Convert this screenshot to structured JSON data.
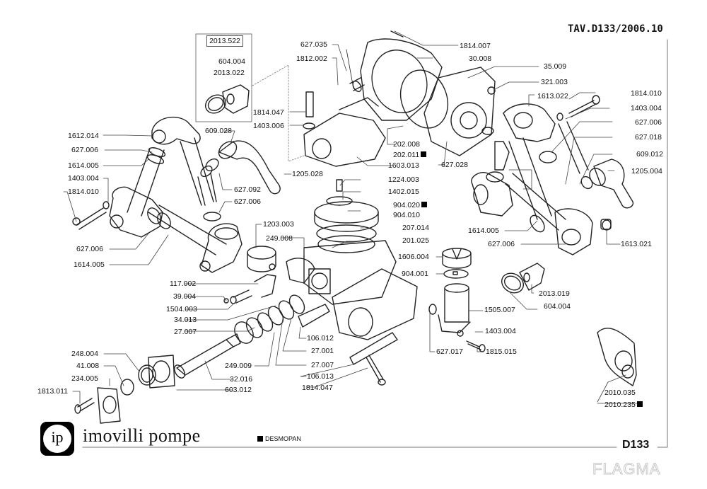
{
  "header": {
    "table_id": "TAV.D133/2006.10"
  },
  "footer": {
    "brand_initials": "ip",
    "brand_name": "imovilli pompe",
    "legend_marker": "black-square",
    "legend_text": "DESMOPAN",
    "drawing_code": "D133",
    "watermark": "FLAGMA"
  },
  "kit": {
    "label": "2013.522",
    "parts": [
      "604.004",
      "2013.022"
    ]
  },
  "part_labels": [
    {
      "id": "627.035",
      "material_desmopan": false
    },
    {
      "id": "1812.002",
      "material_desmopan": false
    },
    {
      "id": "1814.047",
      "material_desmopan": false
    },
    {
      "id": "1403.006",
      "material_desmopan": false
    },
    {
      "id": "1814.007",
      "material_desmopan": false
    },
    {
      "id": "30.008",
      "material_desmopan": false
    },
    {
      "id": "35.009",
      "material_desmopan": false
    },
    {
      "id": "321.003",
      "material_desmopan": false
    },
    {
      "id": "1613.022",
      "material_desmopan": false
    },
    {
      "id": "1814.010",
      "material_desmopan": false
    },
    {
      "id": "1403.004",
      "material_desmopan": false
    },
    {
      "id": "627.006",
      "material_desmopan": false
    },
    {
      "id": "627.018",
      "material_desmopan": false
    },
    {
      "id": "609.012",
      "material_desmopan": false
    },
    {
      "id": "1205.004",
      "material_desmopan": false
    },
    {
      "id": "1612.014",
      "material_desmopan": false
    },
    {
      "id": "627.006",
      "material_desmopan": false
    },
    {
      "id": "1614.005",
      "material_desmopan": false
    },
    {
      "id": "609.028",
      "material_desmopan": false
    },
    {
      "id": "1403.004",
      "material_desmopan": false
    },
    {
      "id": "1814.010",
      "material_desmopan": false
    },
    {
      "id": "1205.028",
      "material_desmopan": false
    },
    {
      "id": "202.008",
      "material_desmopan": false
    },
    {
      "id": "202.011",
      "material_desmopan": true
    },
    {
      "id": "1603.013",
      "material_desmopan": false
    },
    {
      "id": "627.028",
      "material_desmopan": false
    },
    {
      "id": "627.092",
      "material_desmopan": false
    },
    {
      "id": "627.006",
      "material_desmopan": false
    },
    {
      "id": "1224.003",
      "material_desmopan": false
    },
    {
      "id": "1402.015",
      "material_desmopan": false
    },
    {
      "id": "904.020",
      "material_desmopan": true
    },
    {
      "id": "904.010",
      "material_desmopan": false
    },
    {
      "id": "627.006",
      "material_desmopan": false
    },
    {
      "id": "1614.005",
      "material_desmopan": false
    },
    {
      "id": "1203.003",
      "material_desmopan": false
    },
    {
      "id": "249.008",
      "material_desmopan": false
    },
    {
      "id": "207.014",
      "material_desmopan": false
    },
    {
      "id": "201.025",
      "material_desmopan": false
    },
    {
      "id": "1614.005",
      "material_desmopan": false
    },
    {
      "id": "627.006",
      "material_desmopan": false
    },
    {
      "id": "1613.021",
      "material_desmopan": false
    },
    {
      "id": "1606.004",
      "material_desmopan": false
    },
    {
      "id": "904.001",
      "material_desmopan": false
    },
    {
      "id": "117.002",
      "material_desmopan": false
    },
    {
      "id": "39.004",
      "material_desmopan": false
    },
    {
      "id": "1504.003",
      "material_desmopan": false
    },
    {
      "id": "34.013",
      "material_desmopan": false
    },
    {
      "id": "27.007",
      "material_desmopan": false
    },
    {
      "id": "2013.019",
      "material_desmopan": false
    },
    {
      "id": "604.004",
      "material_desmopan": false
    },
    {
      "id": "1505.007",
      "material_desmopan": false
    },
    {
      "id": "1403.004",
      "material_desmopan": false
    },
    {
      "id": "106.012",
      "material_desmopan": false
    },
    {
      "id": "27.001",
      "material_desmopan": false
    },
    {
      "id": "27.007",
      "material_desmopan": false
    },
    {
      "id": "106.013",
      "material_desmopan": false
    },
    {
      "id": "1814.047",
      "material_desmopan": false
    },
    {
      "id": "627.017",
      "material_desmopan": false
    },
    {
      "id": "1815.015",
      "material_desmopan": false
    },
    {
      "id": "248.004",
      "material_desmopan": false
    },
    {
      "id": "41.008",
      "material_desmopan": false
    },
    {
      "id": "234.005",
      "material_desmopan": false
    },
    {
      "id": "1813.011",
      "material_desmopan": false
    },
    {
      "id": "249.009",
      "material_desmopan": false
    },
    {
      "id": "32.016",
      "material_desmopan": false
    },
    {
      "id": "603.012",
      "material_desmopan": false
    },
    {
      "id": "2010.035",
      "material_desmopan": false
    },
    {
      "id": "2010.235",
      "material_desmopan": true
    }
  ]
}
